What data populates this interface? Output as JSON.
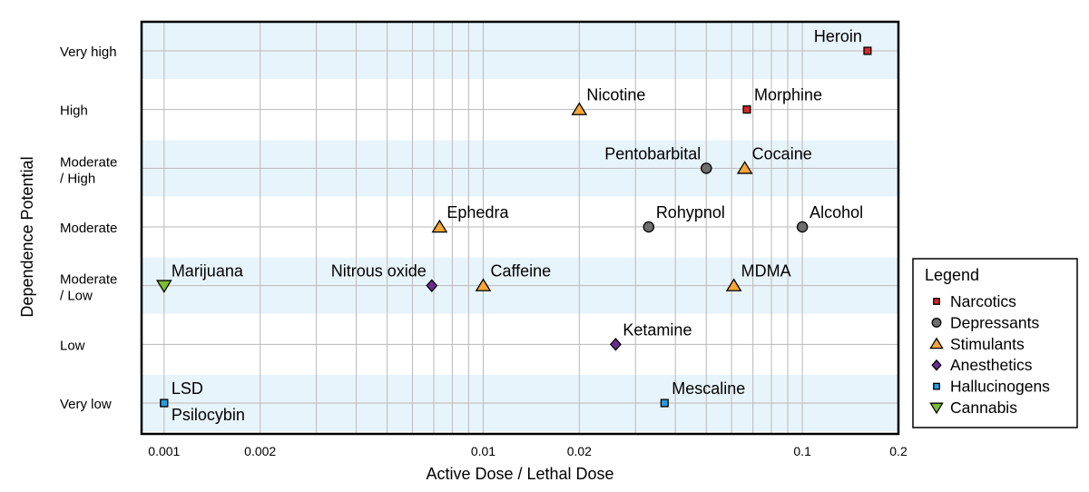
{
  "chart_data": {
    "type": "scatter",
    "xlabel": "Active Dose / Lethal Dose",
    "ylabel": "Dependence Potential",
    "x_scale": "log",
    "xlim": [
      0.00085,
      0.2
    ],
    "x_ticks": [
      {
        "value": 0.001,
        "label": "0.001"
      },
      {
        "value": 0.002,
        "label": "0.002"
      },
      {
        "value": 0.01,
        "label": "0.01"
      },
      {
        "value": 0.02,
        "label": "0.02"
      },
      {
        "value": 0.1,
        "label": "0.1"
      },
      {
        "value": 0.2,
        "label": "0.2"
      }
    ],
    "y_categories": [
      {
        "label": [
          "Very high"
        ]
      },
      {
        "label": [
          "High"
        ]
      },
      {
        "label": [
          "Moderate",
          "/ High"
        ]
      },
      {
        "label": [
          "Moderate"
        ]
      },
      {
        "label": [
          "Moderate",
          "/ Low"
        ]
      },
      {
        "label": [
          "Low"
        ]
      },
      {
        "label": [
          "Very low"
        ]
      }
    ],
    "grid": true,
    "legend": {
      "title": "Legend",
      "placement": "right",
      "entries": [
        {
          "name": "Narcotics",
          "marker": "square",
          "color": "#d62728"
        },
        {
          "name": "Depressants",
          "marker": "circle",
          "color": "#6e6e6e"
        },
        {
          "name": "Stimulants",
          "marker": "triangle-up",
          "color": "#f5a637"
        },
        {
          "name": "Anesthetics",
          "marker": "diamond",
          "color": "#6a2c91"
        },
        {
          "name": "Hallucinogens",
          "marker": "square",
          "color": "#2b9be0"
        },
        {
          "name": "Cannabis",
          "marker": "triangle-down",
          "color": "#7dbd2f"
        }
      ]
    },
    "points": [
      {
        "name": "Heroin",
        "x": 0.16,
        "y": "Very high",
        "group": "Narcotics",
        "label_pos": "above-left"
      },
      {
        "name": "Morphine",
        "x": 0.067,
        "y": "High",
        "group": "Narcotics",
        "label_pos": "above-right"
      },
      {
        "name": "Nicotine",
        "x": 0.02,
        "y": "High",
        "group": "Stimulants",
        "label_pos": "above-right"
      },
      {
        "name": "Pentobarbital",
        "x": 0.05,
        "y": "Moderate / High",
        "group": "Depressants",
        "label_pos": "above-left"
      },
      {
        "name": "Cocaine",
        "x": 0.066,
        "y": "Moderate / High",
        "group": "Stimulants",
        "label_pos": "above-right"
      },
      {
        "name": "Ephedra",
        "x": 0.0073,
        "y": "Moderate",
        "group": "Stimulants",
        "label_pos": "above-right"
      },
      {
        "name": "Rohypnol",
        "x": 0.033,
        "y": "Moderate",
        "group": "Depressants",
        "label_pos": "above-right"
      },
      {
        "name": "Alcohol",
        "x": 0.1,
        "y": "Moderate",
        "group": "Depressants",
        "label_pos": "above-right"
      },
      {
        "name": "Marijuana",
        "x": 0.001,
        "y": "Moderate / Low",
        "group": "Cannabis",
        "label_pos": "above-right"
      },
      {
        "name": "Nitrous oxide",
        "x": 0.0069,
        "y": "Moderate / Low",
        "group": "Anesthetics",
        "label_pos": "above-left"
      },
      {
        "name": "Caffeine",
        "x": 0.01,
        "y": "Moderate / Low",
        "group": "Stimulants",
        "label_pos": "above-right"
      },
      {
        "name": "MDMA",
        "x": 0.061,
        "y": "Moderate / Low",
        "group": "Stimulants",
        "label_pos": "above-right"
      },
      {
        "name": "Ketamine",
        "x": 0.026,
        "y": "Low",
        "group": "Anesthetics",
        "label_pos": "above-right"
      },
      {
        "name": "LSD",
        "x": 0.001,
        "y": "Very low",
        "group": "Hallucinogens",
        "label_pos": "above-right"
      },
      {
        "name": "Psilocybin",
        "x": 0.001,
        "y": "Very low",
        "group": "Hallucinogens",
        "label_pos": "below-right"
      },
      {
        "name": "Mescaline",
        "x": 0.037,
        "y": "Very low",
        "group": "Hallucinogens",
        "label_pos": "above-right"
      }
    ]
  }
}
